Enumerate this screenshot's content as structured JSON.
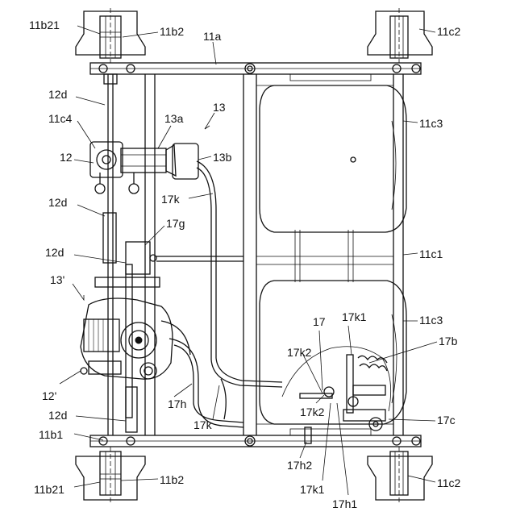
{
  "labels": {
    "l_11b21_top": "11b21",
    "l_11b2_top": "11b2",
    "l_11a": "11a",
    "l_11c2_top": "11c2",
    "l_12d_1": "12d",
    "l_11c4": "11c4",
    "l_13a": "13a",
    "l_13": "13",
    "l_12": "12",
    "l_13b": "13b",
    "l_11c3_top": "11c3",
    "l_17k_top": "17k",
    "l_12d_2": "12d",
    "l_17g": "17g",
    "l_12d_3": "12d",
    "l_11c1": "11c1",
    "l_13prime": "13'",
    "l_11c3_bot": "11c3",
    "l_17": "17",
    "l_17k1_top": "17k1",
    "l_17b": "17b",
    "l_17k2_top": "17k2",
    "l_12prime": "12'",
    "l_17h": "17h",
    "l_12d_4": "12d",
    "l_17k2_mid": "17k2",
    "l_17k_bot": "17k",
    "l_17c": "17c",
    "l_11b1": "11b1",
    "l_17h2": "17h2",
    "l_11b2_bot": "11b2",
    "l_11c2_bot": "11c2",
    "l_11b21_bot": "11b21",
    "l_17k1_bot": "17k1",
    "l_17h1": "17h1"
  }
}
